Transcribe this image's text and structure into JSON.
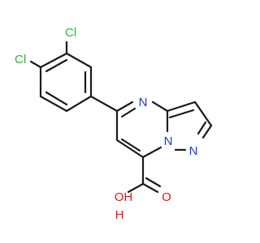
{
  "molecule": {
    "atoms": {
      "cl_top": {
        "label": "Cl",
        "element": "chlorine",
        "color": "#33b233"
      },
      "cl_left": {
        "label": "Cl",
        "element": "chlorine",
        "color": "#33b233"
      },
      "n_pyrimidine": {
        "label": "N",
        "element": "nitrogen",
        "color": "#2332d9"
      },
      "n_bridge": {
        "label": "N",
        "element": "nitrogen",
        "color": "#2332d9"
      },
      "n_pyrazole": {
        "label": "N",
        "element": "nitrogen",
        "color": "#2332d9"
      },
      "o_carbonyl": {
        "label": "O",
        "element": "oxygen",
        "color": "#e01818"
      },
      "o_hydroxyl": {
        "label": "OH",
        "element": "oxygen",
        "color": "#e01818"
      },
      "h_hydroxyl": {
        "label": "H",
        "element": "hydrogen",
        "color": "#e01818"
      }
    },
    "bond_color": "#1a1a1a"
  }
}
